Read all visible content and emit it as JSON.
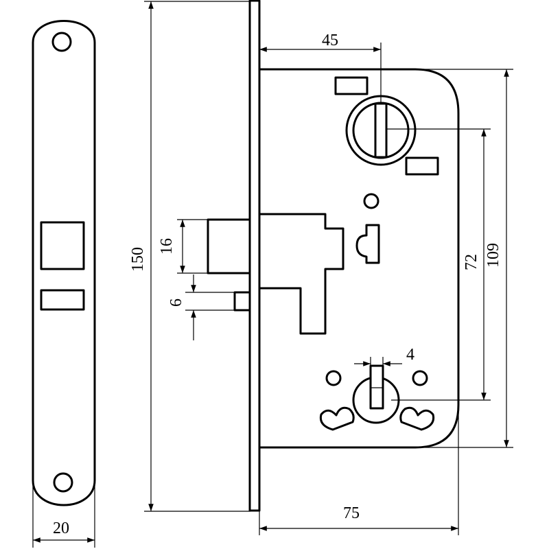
{
  "dimensions": {
    "faceplate_width": "20",
    "total_height": "150",
    "latch_height": "16",
    "deadbolt_height": "6",
    "backset": "45",
    "case_depth": "75",
    "center_distance": "72",
    "case_height": "109",
    "cylinder_slot": "4"
  },
  "colors": {
    "line": "#000000",
    "background": "#ffffff"
  }
}
